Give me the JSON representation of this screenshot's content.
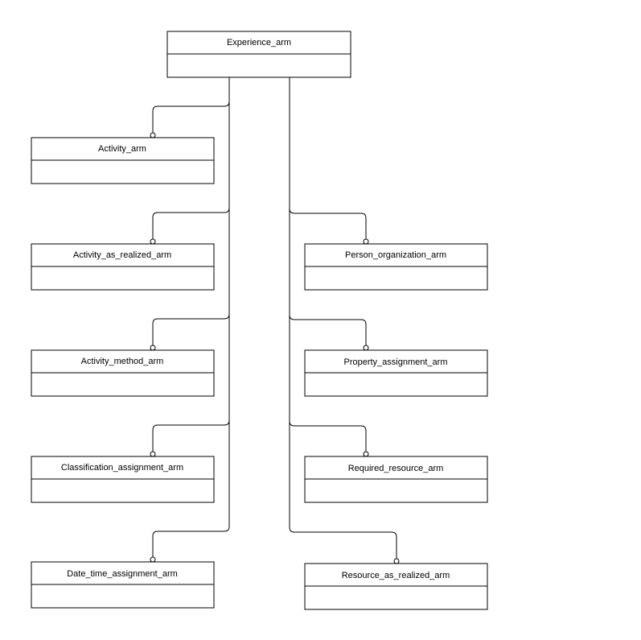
{
  "diagram": {
    "root": {
      "label": "Experience_arm"
    },
    "left_entities": [
      {
        "label": "Activity_arm"
      },
      {
        "label": "Activity_as_realized_arm"
      },
      {
        "label": "Activity_method_arm"
      },
      {
        "label": "Classification_assignment_arm"
      },
      {
        "label": "Date_time_assignment_arm"
      }
    ],
    "right_entities": [
      {
        "label": "Person_organization_arm"
      },
      {
        "label": "Property_assignment_arm"
      },
      {
        "label": "Required_resource_arm"
      },
      {
        "label": "Resource_as_realized_arm"
      }
    ],
    "colors": {
      "line": "#000000",
      "fill": "#ffffff",
      "text": "#000000"
    }
  }
}
